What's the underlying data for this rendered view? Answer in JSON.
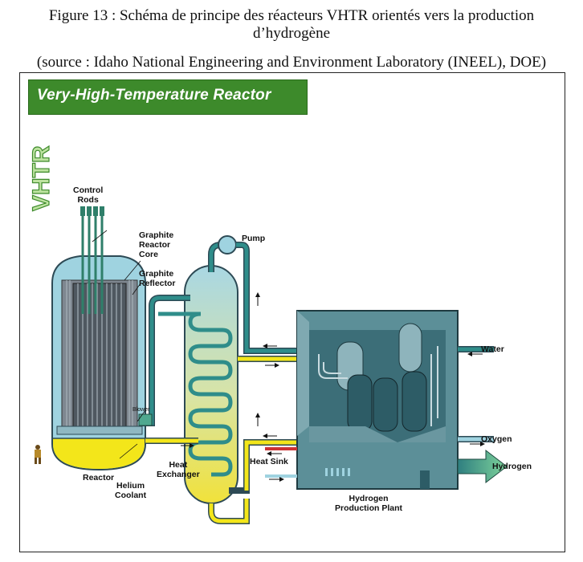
{
  "caption": {
    "line1": "Figure 13 : Schéma de principe des réacteurs VHTR orientés vers la production",
    "line2": "d’hydrogène",
    "source": "(source : Idaho National Engineering and Environment Laboratory (INEEL), DOE)"
  },
  "diagram": {
    "banner": "Very-High-Temperature Reactor",
    "side_logo": "VHTR",
    "labels": {
      "control_rods": "Control\nRods",
      "graphite_core": "Graphite\nReactor\nCore",
      "graphite_reflector": "Graphite\nReflector",
      "pump": "Pump",
      "blower": "Blower",
      "reactor": "Reactor",
      "helium_coolant": "Helium\nCoolant",
      "heat_exchanger": "Heat\nExchanger",
      "heat_sink": "Heat Sink",
      "water": "Water",
      "oxygen": "Oxygen",
      "hydrogen": "Hydrogen",
      "hydrogen_plant": "Hydrogen\nProduction Plant"
    },
    "colors": {
      "banner_green": "#3d8a2b",
      "vessel_blue": "#9fd3e0",
      "helium_yellow": "#f3e61a",
      "pipe_teal": "#2f8d8a",
      "plant_teal": "#5c8f98",
      "hydrogen_arrow": "#3aa07a"
    }
  }
}
